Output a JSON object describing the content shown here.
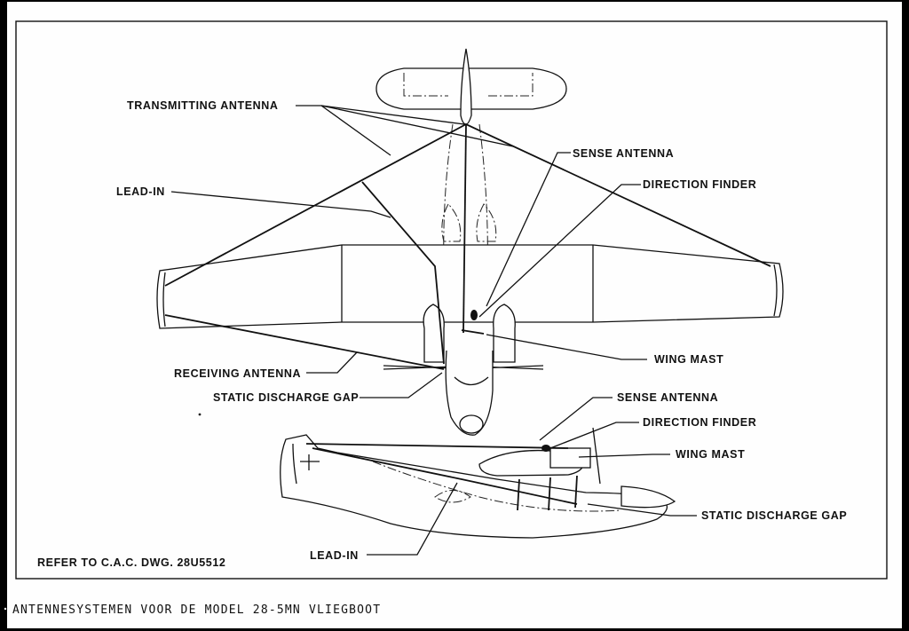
{
  "labels": {
    "transmitting_antenna": "TRANSMITTING ANTENNA",
    "lead_in_top": "LEAD-IN",
    "sense_antenna_top": "SENSE ANTENNA",
    "direction_finder_top": "DIRECTION FINDER",
    "wing_mast_top": "WING MAST",
    "receiving_antenna": "RECEIVING ANTENNA",
    "static_discharge_gap_top": "STATIC DISCHARGE GAP",
    "sense_antenna_side": "SENSE ANTENNA",
    "direction_finder_side": "DIRECTION FINDER",
    "wing_mast_side": "WING MAST",
    "static_discharge_gap_side": "STATIC DISCHARGE GAP",
    "lead_in_side": "LEAD-IN"
  },
  "reference": "REFER TO C.A.C. DWG. 28U5512",
  "caption": "ANTENNESYSTEMEN VOOR DE MODEL 28-5MN VLIEGBOOT"
}
